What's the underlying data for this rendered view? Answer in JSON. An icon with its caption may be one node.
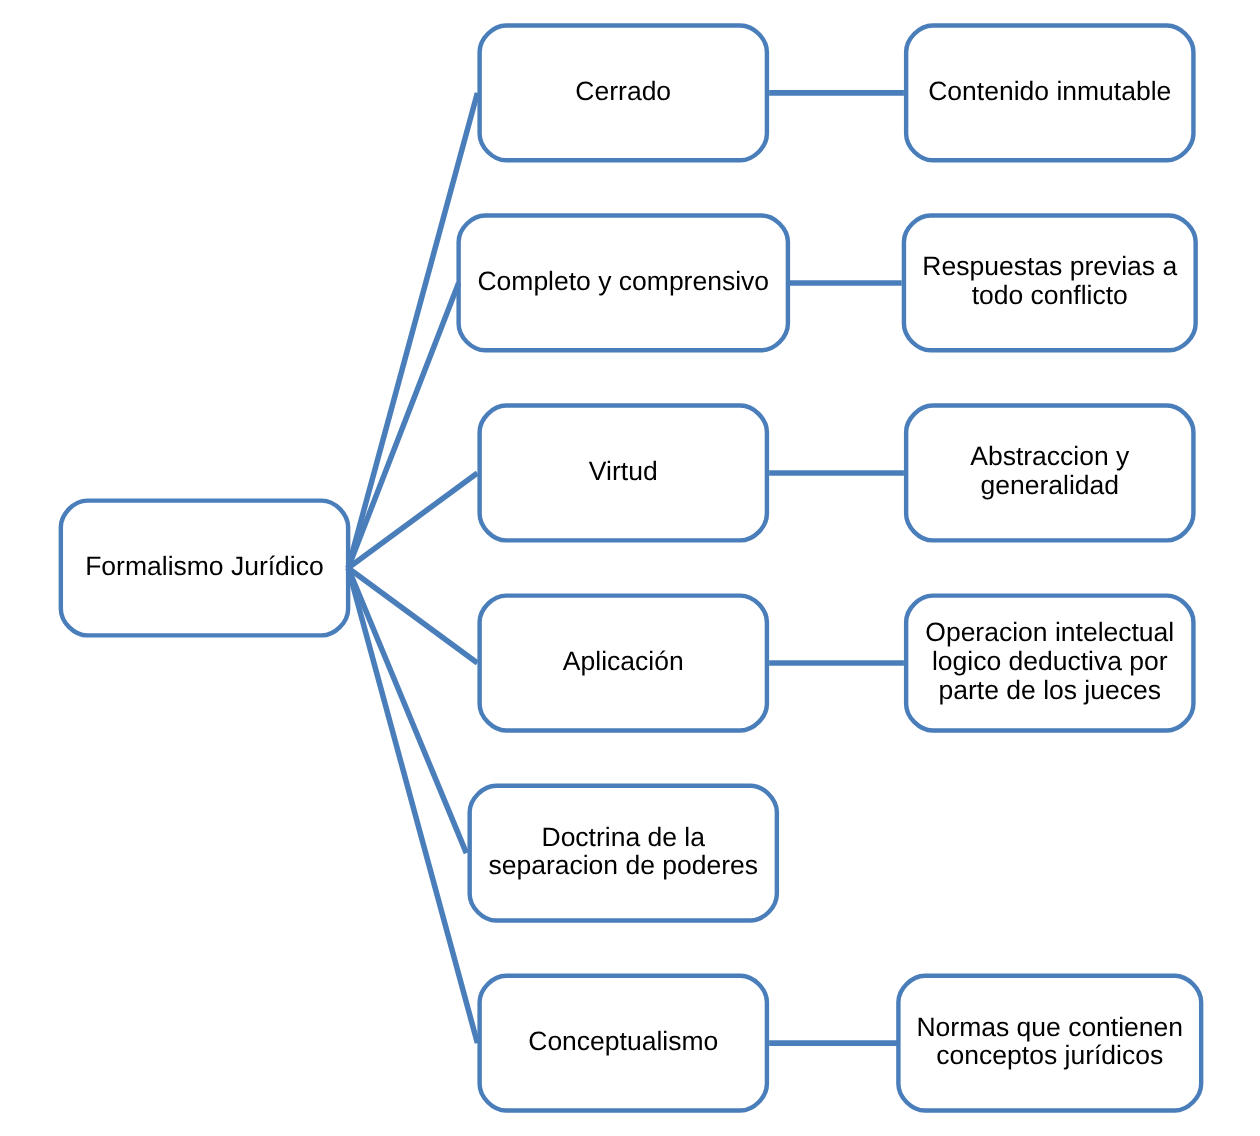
{
  "diagram": {
    "nodes": [
      {
        "text": [
          "Formalismo Jurídico"
        ]
      },
      {
        "text": [
          "Cerrado"
        ]
      },
      {
        "text": [
          "Contenido inmutable"
        ]
      },
      {
        "text": [
          "Completo y comprensivo"
        ]
      },
      {
        "text": [
          "Respuestas previas a todo conflicto"
        ]
      },
      {
        "text": [
          "Virtud"
        ]
      },
      {
        "text": [
          "Abstraccion y generalidad"
        ]
      },
      {
        "text": [
          "Aplicación"
        ]
      },
      {
        "text": [
          "Operacion intelectual logico deductiva por parte de los jueces"
        ]
      },
      {
        "text": [
          "Doctrina de la separacion de poderes"
        ]
      },
      {
        "text": [
          "Conceptualismo"
        ]
      },
      {
        "text": [
          "Normas que contienen conceptos jurídicos"
        ]
      }
    ],
    "edges": [
      {
        "from": 0,
        "to": 1,
        "arrow": "none"
      },
      {
        "from": 0,
        "to": 3,
        "arrow": "none"
      },
      {
        "from": 0,
        "to": 5,
        "arrow": "none"
      },
      {
        "from": 0,
        "to": 7,
        "arrow": "none"
      },
      {
        "from": 0,
        "to": 9,
        "arrow": "none"
      },
      {
        "from": 0,
        "to": 10,
        "arrow": "none"
      },
      {
        "from": 1,
        "to": 2,
        "arrow": "none"
      },
      {
        "from": 3,
        "to": 4,
        "arrow": "none"
      },
      {
        "from": 5,
        "to": 6,
        "arrow": "none"
      },
      {
        "from": 7,
        "to": 8,
        "arrow": "none"
      },
      {
        "from": 10,
        "to": 11,
        "arrow": "none"
      }
    ]
  }
}
